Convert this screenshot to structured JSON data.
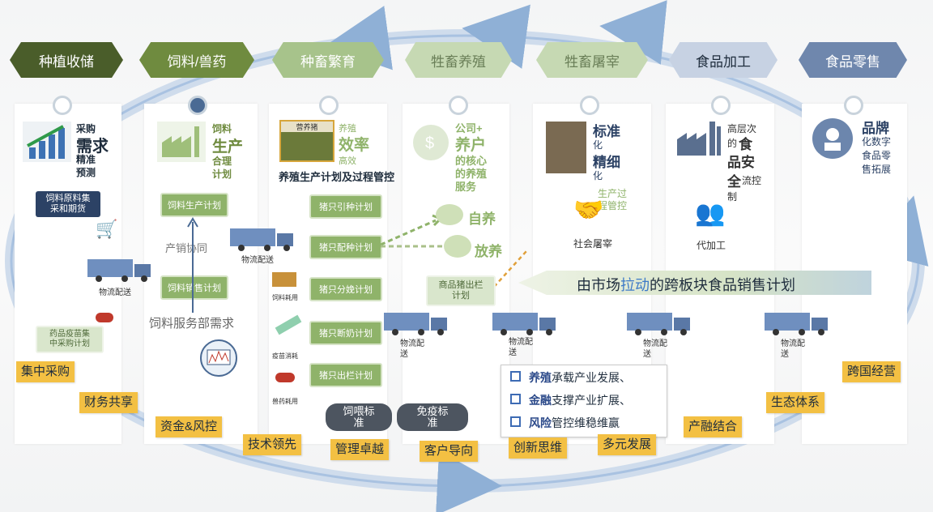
{
  "stages": [
    {
      "label": "种植收储",
      "color": "#4a5d2a"
    },
    {
      "label": "饲料/兽药",
      "color": "#6f8b3f"
    },
    {
      "label": "种畜繁育",
      "color": "#a7c38b"
    },
    {
      "label": "牲畜养殖",
      "color": "#c6d9b3"
    },
    {
      "label": "牲畜屠宰",
      "color": "#c6d9b3"
    },
    {
      "label": "食品加工",
      "color": "#c7d2e3"
    },
    {
      "label": "食品零售",
      "color": "#6f87ad"
    }
  ],
  "col1": {
    "t1": "采购",
    "t2": "需求",
    "t3": "精准",
    "t4": "预测",
    "box": "饲料原料集\n采和期货",
    "truck": "物流配送",
    "box2": "药品疫苗集\n中采购计划"
  },
  "col2": {
    "t1": "饲料",
    "t2": "生产",
    "t3": "合理",
    "t4": "计划",
    "box1": "饲料生产计划",
    "mid": "产销协同",
    "box2": "饲料销售计划",
    "bottom": "饲料服务部需求",
    "truck": "物流配送"
  },
  "col3": {
    "t1": "养殖",
    "t2": "效率",
    "t3": "高效",
    "title": "养殖生产计划及过程管控",
    "banner": "营养猪",
    "steps": [
      "猪只引种计划",
      "猪只配种计划",
      "猪只分娩计划",
      "猪只断奶计划",
      "猪只出栏计划"
    ],
    "side": [
      "饲料耗用",
      "疫苗消耗",
      "兽药耗用"
    ],
    "pills": [
      "饲喂标\n准",
      "免疫标\n准"
    ]
  },
  "col4": {
    "t1": "公司+",
    "t2": "养户",
    "t3": "的核心",
    "t4": "的养殖",
    "t5": "服务",
    "self": "自养",
    "free": "放养",
    "box": "商品猪出栏\n计划",
    "truck": "物流配\n送"
  },
  "col5": {
    "t1": "标准",
    "t2": "化",
    "t3": "精细",
    "t4": "化",
    "t5": "生产过",
    "t6": "程管控",
    "social": "社会屠宰",
    "truck": "物流配\n送"
  },
  "col6": {
    "t1": "高层次",
    "t2": "的",
    "t3": "食",
    "t4": "品安",
    "t5": "全",
    "t6": "流控",
    "t7": "制",
    "sub": "代加工",
    "truck": "物流配\n送"
  },
  "col7": {
    "t1": "品牌",
    "t2": "化数字",
    "t3": "食品零",
    "t4": "售拓展",
    "truck": "物流配\n送"
  },
  "arrow_text": {
    "pre": "由市场",
    "hl": "拉动",
    "post": "的跨板块食品销售计划"
  },
  "bullets": [
    {
      "bold": "养殖",
      "rest": "承载产业发展、"
    },
    {
      "bold": "金融",
      "rest": "支撑产业扩展、"
    },
    {
      "bold": "风险",
      "rest": "管控维稳维赢"
    }
  ],
  "tags": [
    "集中采购",
    "财务共享",
    "资金&风控",
    "技术领先",
    "管理卓越",
    "客户导向",
    "创新思维",
    "多元发展",
    "产融结合",
    "生态体系",
    "跨国经营"
  ]
}
